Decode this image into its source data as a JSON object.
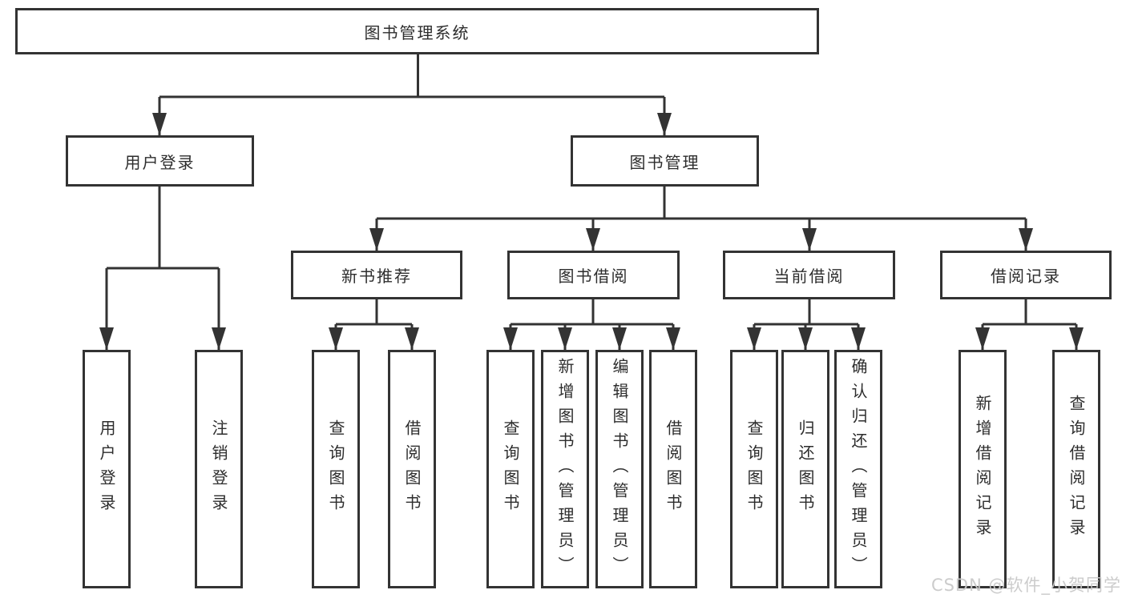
{
  "diagram": {
    "tree": {
      "label": "图书管理系统",
      "children": [
        {
          "label": "用户登录",
          "children": [
            {
              "label": "用户登录"
            },
            {
              "label": "注销登录"
            }
          ]
        },
        {
          "label": "图书管理",
          "children": [
            {
              "label": "新书推荐",
              "children": [
                {
                  "label": "查询图书"
                },
                {
                  "label": "借阅图书"
                }
              ]
            },
            {
              "label": "图书借阅",
              "children": [
                {
                  "label": "查询图书"
                },
                {
                  "label": "新增图书（管理员）"
                },
                {
                  "label": "编辑图书（管理员）"
                },
                {
                  "label": "借阅图书"
                }
              ]
            },
            {
              "label": "当前借阅",
              "children": [
                {
                  "label": "查询图书"
                },
                {
                  "label": "归还图书"
                },
                {
                  "label": "确认归还（管理员）"
                }
              ]
            },
            {
              "label": "借阅记录",
              "children": [
                {
                  "label": "新增借阅记录"
                },
                {
                  "label": "查询借阅记录"
                }
              ]
            }
          ]
        }
      ]
    },
    "colors": {
      "line": "#333333",
      "box_border": "#333333",
      "text": "#2d2d2d",
      "background": "#ffffff",
      "watermark": "#c9c9c9"
    }
  },
  "watermark": {
    "label": "CSDN @软件_小贺同学"
  }
}
